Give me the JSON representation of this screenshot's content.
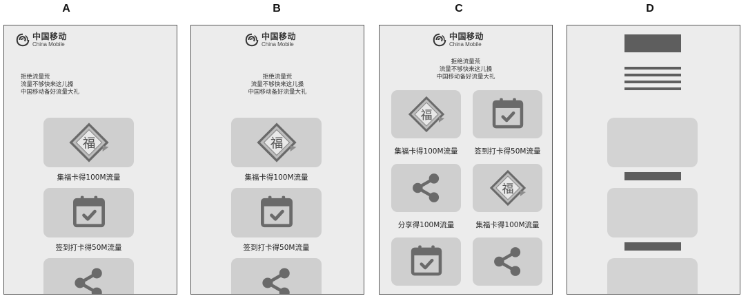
{
  "labels": {
    "a": "A",
    "b": "B",
    "c": "C",
    "d": "D"
  },
  "brand": {
    "name_cn": "中国移动",
    "name_en": "China Mobile"
  },
  "slogan": {
    "line1": "拒绝流量荒",
    "line2": "流量不够快来这儿搡",
    "line3": "中国移动备好流量大礼"
  },
  "actions": {
    "fu_card": "集福卡得100M流量",
    "checkin": "签到打卡得50M流量",
    "share": "分享得100M流量"
  },
  "icons": [
    "china-mobile-logo-icon",
    "fu-card-icon",
    "calendar-check-icon",
    "share-icon"
  ],
  "colors": {
    "card": "#cfcfcf",
    "icon": "#6a6a6a",
    "panel": "#ececec",
    "wireframe": "#5e5e5e"
  }
}
